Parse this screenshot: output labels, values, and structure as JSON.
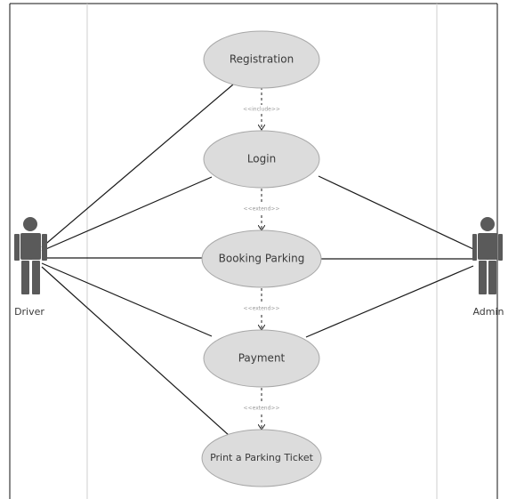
{
  "actors": {
    "driver": "Driver",
    "admin": "Admin"
  },
  "use_cases": {
    "registration": "Registration",
    "login": "Login",
    "booking": "Booking Parking",
    "payment": "Payment",
    "print_ticket": "Print a Parking Ticket"
  },
  "relations": {
    "registration_login": "<<include>>",
    "login_booking": "<<extend>>",
    "booking_payment": "<<extend>>",
    "payment_print": "<<extend>>"
  },
  "colors": {
    "ellipse_fill": "#dcdcdc",
    "ellipse_stroke": "#a8a8a8",
    "actor_fill": "#5a5a5a",
    "line": "#1a1a1a"
  }
}
